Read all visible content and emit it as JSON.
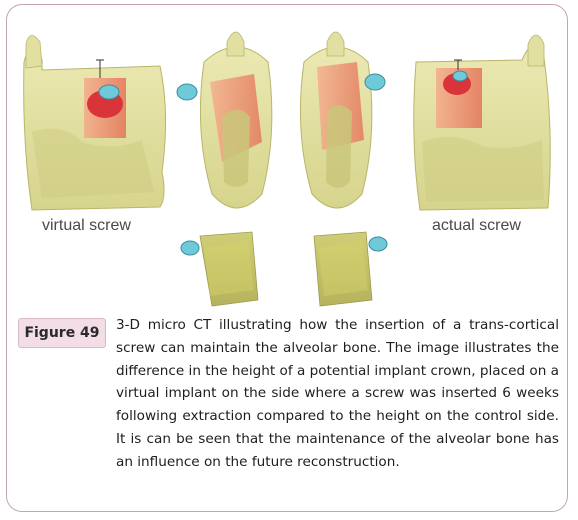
{
  "figure": {
    "label": "Figure 49",
    "caption": "3-D micro CT illustrating how the insertion of a trans-cortical screw can maintain the alveolar bone. The image illustrates the difference in the height of a potential implant crown, placed on a virtual implant on the side where a screw was inserted 6 weeks following extraction compared to the height on the control side. It is can be seen that the maintenance of the alveolar bone has an influence on the future reconstruction.",
    "panel_labels": {
      "left": "virtual screw",
      "right": "actual screw"
    }
  },
  "colors": {
    "frame_border": "#c4a3b6",
    "label_bg": "#f3dde6",
    "bone": "#e7e4a4",
    "bone_dark": "#b8b66a",
    "crown": "#f0826a",
    "screw": "#6ec9d8"
  }
}
